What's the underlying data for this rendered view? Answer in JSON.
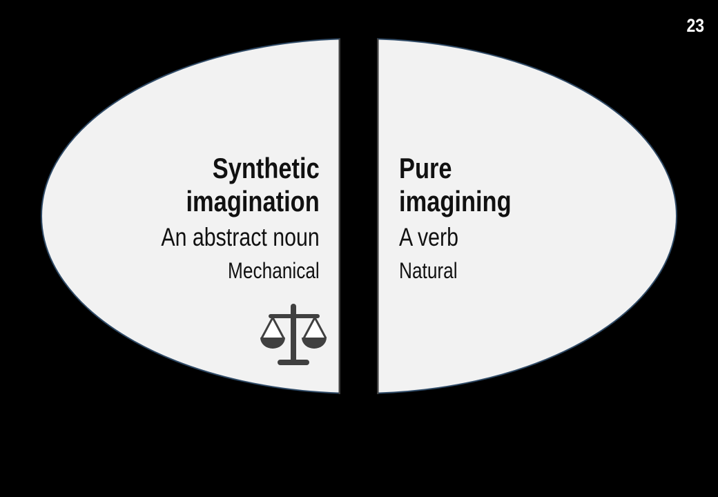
{
  "page_number": "23",
  "left": {
    "title_line1": "Synthetic",
    "title_line2": "imagination",
    "subtitle": "An abstract noun",
    "descriptor": "Mechanical",
    "icon": "scales-icon"
  },
  "right": {
    "title_line1": "Pure",
    "title_line2": "imagining",
    "subtitle": "A verb",
    "descriptor": "Natural"
  },
  "colors": {
    "background": "#000000",
    "shape_fill": "#f2f2f2",
    "shape_outline": "#2f4a66",
    "text": "#111111",
    "icon": "#404040"
  }
}
